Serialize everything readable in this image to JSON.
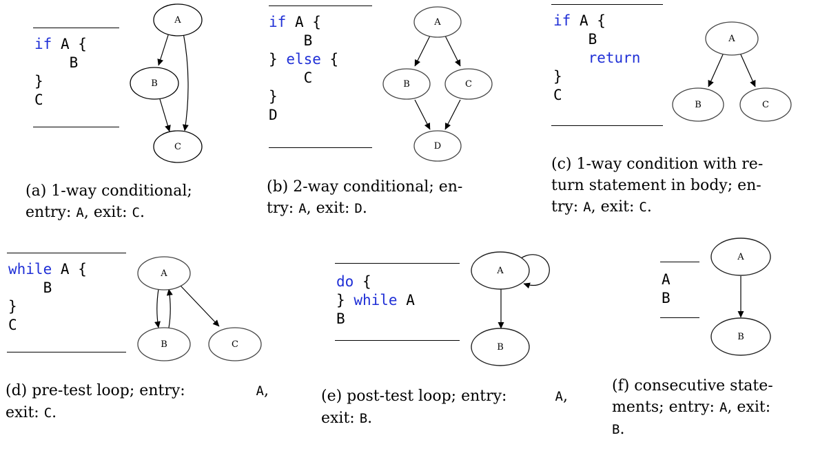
{
  "keyword_color": "#1f2fd6",
  "panels": {
    "a": {
      "code": {
        "kw_if": "if",
        "cond": "A",
        "brace_open": "{",
        "body": "B",
        "brace_close": "}",
        "after": "C"
      },
      "nodes": {
        "A": "A",
        "B": "B",
        "C": "C"
      },
      "caption": {
        "text1": "(a) 1-way conditional;",
        "text2": "entry: ",
        "entry": "A",
        "mid": ", exit: ",
        "exit": "C",
        "end": "."
      }
    },
    "b": {
      "code": {
        "kw_if": "if",
        "cond": "A",
        "brace_open": "{",
        "body1": "B",
        "brace_close1": "}",
        "kw_else": "else",
        "brace_open2": "{",
        "body2": "C",
        "brace_close2": "}",
        "after": "D"
      },
      "nodes": {
        "A": "A",
        "B": "B",
        "C": "C",
        "D": "D"
      },
      "caption": {
        "text1": "(b) 2-way conditional; en-",
        "text2": "try: ",
        "entry": "A",
        "mid": ", exit: ",
        "exit": "D",
        "end": "."
      }
    },
    "c": {
      "code": {
        "kw_if": "if",
        "cond": "A",
        "brace_open": "{",
        "body": "B",
        "kw_return": "return",
        "brace_close": "}",
        "after": "C"
      },
      "nodes": {
        "A": "A",
        "B": "B",
        "C": "C"
      },
      "caption": {
        "text1": "(c) 1-way condition with re-",
        "text2": "turn statement in body; en-",
        "text3": "try: ",
        "entry": "A",
        "mid": ", exit: ",
        "exit": "C",
        "end": "."
      }
    },
    "d": {
      "code": {
        "kw_while": "while",
        "cond": "A",
        "brace_open": "{",
        "body": "B",
        "brace_close": "}",
        "after": "C"
      },
      "nodes": {
        "A": "A",
        "B": "B",
        "C": "C"
      },
      "caption": {
        "text1": "(d) pre-test loop; entry: ",
        "entry": "A",
        "comma": ",",
        "text2": "exit: ",
        "exit": "C",
        "end": "."
      }
    },
    "e": {
      "code": {
        "kw_do": "do",
        "brace_open": "{",
        "brace_close": "}",
        "kw_while": "while",
        "cond": "A",
        "after": "B"
      },
      "nodes": {
        "A": "A",
        "B": "B"
      },
      "caption": {
        "text1": "(e) post-test loop; entry: ",
        "entry": "A",
        "comma": ",",
        "text2": "exit: ",
        "exit": "B",
        "end": "."
      }
    },
    "f": {
      "code": {
        "line1": "A",
        "line2": "B"
      },
      "nodes": {
        "A": "A",
        "B": "B"
      },
      "caption": {
        "text1": "(f) consecutive state-",
        "text2": "ments; entry: ",
        "entry": "A",
        "mid": ", exit:",
        "exit": "B",
        "end": "."
      }
    }
  }
}
